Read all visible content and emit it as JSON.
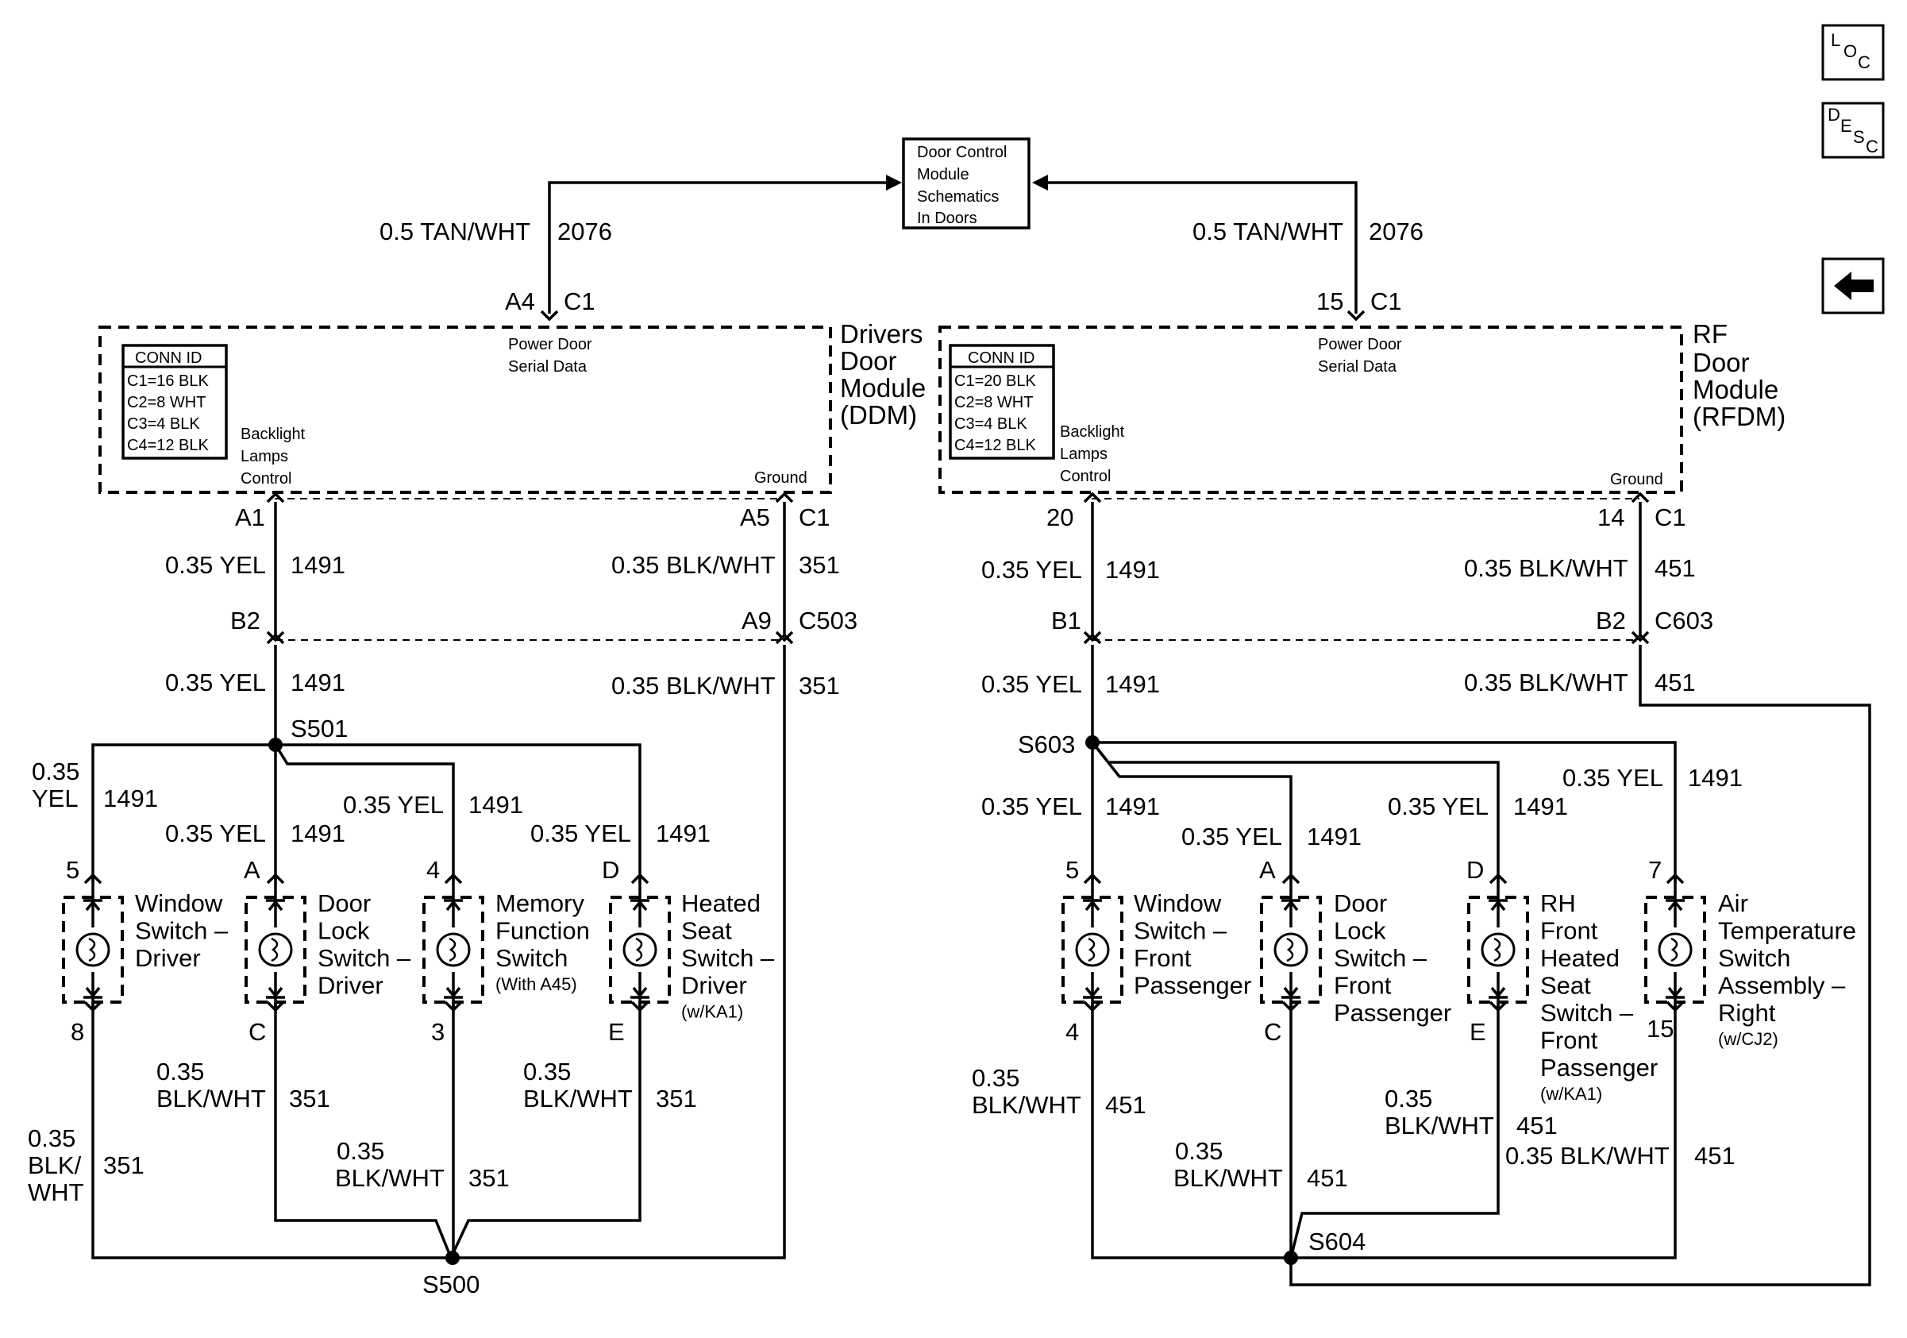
{
  "nav": {
    "loc": [
      "L",
      "O",
      "C"
    ],
    "desc": [
      "D",
      "E",
      "S",
      "C"
    ],
    "back_icon": "left-arrow-icon"
  },
  "top_box": [
    "Door Control",
    "Module",
    "Schematics",
    "In Doors"
  ],
  "left": {
    "serial_wire": "0.5 TAN/WHT",
    "serial_circuit": "2076",
    "serial_pin": "A4",
    "serial_conn": "C1",
    "module_name": [
      "Drivers",
      "Door",
      "Module",
      "(DDM)"
    ],
    "conn_id_title": "CONN ID",
    "conn_id": [
      "C1=16 BLK",
      "C2=8 WHT",
      "C3=4 BLK",
      "C4=12 BLK"
    ],
    "serial_label": [
      "Power Door",
      "Serial Data"
    ],
    "backlight_label": [
      "Backlight",
      "Lamps",
      "Control"
    ],
    "ground_label": "Ground",
    "pin_backlight": "A1",
    "pin_ground": "A5",
    "pin_ground_conn": "C1",
    "wire_yel": "0.35 YEL",
    "circuit_yel": "1491",
    "wire_blk": "0.35 BLK/WHT",
    "circuit_blk": "351",
    "inline_pin_yel": "B2",
    "inline_pin_blk": "A9",
    "inline_conn": "C503",
    "splice_top": "S501",
    "splice_bottom": "S500",
    "branch_wire_top": "0.35",
    "branch_wire_bottom": "YEL",
    "blk_wire_line1": "0.35",
    "blk_wire_line2": "BLK/",
    "blk_wire_line3": "WHT",
    "blk_wire_2line": "BLK/WHT",
    "switches": [
      {
        "top_pin": "5",
        "bottom_pin": "8",
        "name": [
          "Window",
          "Switch –",
          "Driver"
        ],
        "note": ""
      },
      {
        "top_pin": "A",
        "bottom_pin": "C",
        "name": [
          "Door",
          "Lock",
          "Switch –",
          "Driver"
        ],
        "note": ""
      },
      {
        "top_pin": "4",
        "bottom_pin": "3",
        "name": [
          "Memory",
          "Function",
          "Switch"
        ],
        "note": "(With A45)"
      },
      {
        "top_pin": "D",
        "bottom_pin": "E",
        "name": [
          "Heated",
          "Seat",
          "Switch –",
          "Driver"
        ],
        "note": "(w/KA1)"
      }
    ]
  },
  "right": {
    "serial_wire": "0.5 TAN/WHT",
    "serial_circuit": "2076",
    "serial_pin": "15",
    "serial_conn": "C1",
    "module_name": [
      "RF",
      "Door",
      "Module",
      "(RFDM)"
    ],
    "conn_id_title": "CONN ID",
    "conn_id": [
      "C1=20 BLK",
      "C2=8 WHT",
      "C3=4 BLK",
      "C4=12 BLK"
    ],
    "serial_label": [
      "Power Door",
      "Serial Data"
    ],
    "backlight_label": [
      "Backlight",
      "Lamps",
      "Control"
    ],
    "ground_label": "Ground",
    "pin_backlight": "20",
    "pin_ground": "14",
    "pin_ground_conn": "C1",
    "wire_yel": "0.35 YEL",
    "circuit_yel": "1491",
    "wire_blk": "0.35 BLK/WHT",
    "circuit_blk": "451",
    "inline_pin_yel": "B1",
    "inline_pin_blk": "B2",
    "inline_conn": "C603",
    "splice_top": "S603",
    "splice_bottom": "S604",
    "blk_wire_top": "0.35",
    "blk_wire_bottom": "BLK/WHT",
    "switches": [
      {
        "top_pin": "5",
        "bottom_pin": "4",
        "name": [
          "Window",
          "Switch –",
          "Front",
          "Passenger"
        ],
        "note": ""
      },
      {
        "top_pin": "A",
        "bottom_pin": "C",
        "name": [
          "Door",
          "Lock",
          "Switch –",
          "Front",
          "Passenger"
        ],
        "note": ""
      },
      {
        "top_pin": "D",
        "bottom_pin": "E",
        "name": [
          "RH",
          "Front",
          "Heated",
          "Seat",
          "Switch –",
          "Front",
          "Passenger"
        ],
        "note": "(w/KA1)"
      },
      {
        "top_pin": "7",
        "bottom_pin": "15",
        "name": [
          "Air",
          "Temperature",
          "Switch",
          "Assembly –",
          "Right"
        ],
        "note": "(w/CJ2)"
      }
    ]
  }
}
